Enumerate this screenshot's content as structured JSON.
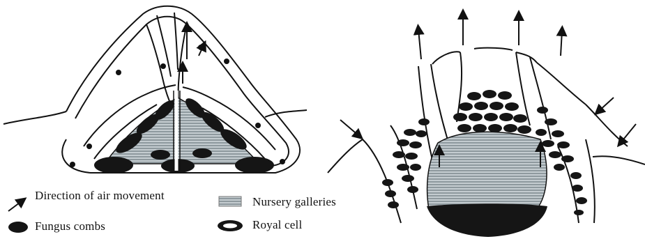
{
  "legend": {
    "air_movement": "Direction of air movement",
    "nursery": "Nursery galleries",
    "fungus": "Fungus combs",
    "royal": "Royal cell"
  },
  "diagrams": [
    {
      "name": "left-mound-cross-section"
    },
    {
      "name": "right-nest-cross-section"
    }
  ],
  "colors": {
    "ink": "#111111",
    "nursery_fill": "#b9c3c7",
    "nursery_stripe": "#6f7b80",
    "fungus_fill": "#1a1a1a",
    "background": "#ffffff"
  },
  "icons": {
    "air_movement": "arrow-icon",
    "nursery": "hatched-box-icon",
    "fungus": "fungus-blob-icon",
    "royal": "royal-cell-ring-icon"
  }
}
